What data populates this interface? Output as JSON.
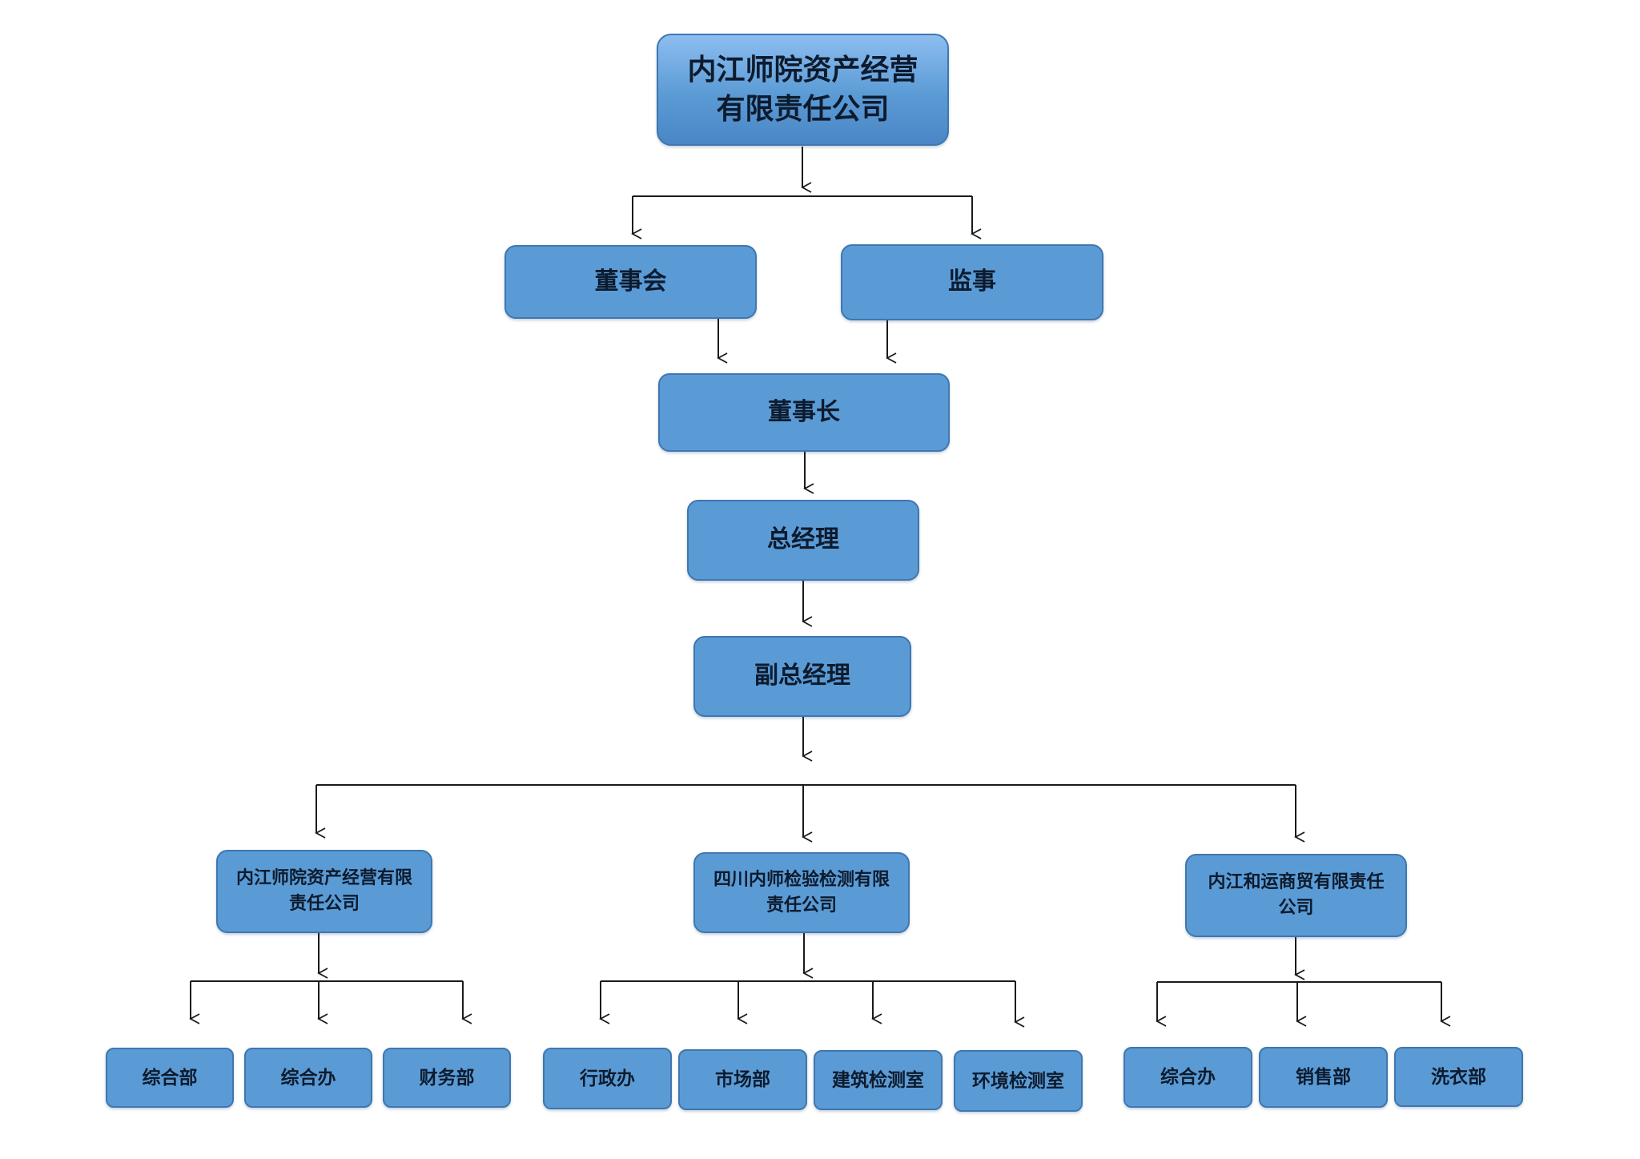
{
  "chart": {
    "root": "内江师院资产经营有限责任公司",
    "board": "董事会",
    "supervisor": "监事",
    "chairman": "董事长",
    "general_manager": "总经理",
    "deputy_general_manager": "副总经理",
    "subsidiaries": [
      {
        "name": "内江师院资产经营有限责任公司",
        "departments": [
          "综合部",
          "综合办",
          "财务部"
        ]
      },
      {
        "name": "四川内师检验检测有限责任公司",
        "departments": [
          "行政办",
          "市场部",
          "建筑检测室",
          "环境检测室"
        ]
      },
      {
        "name": "内江和运商贸有限责任公司",
        "departments": [
          "综合办",
          "销售部",
          "洗衣部"
        ]
      }
    ]
  }
}
